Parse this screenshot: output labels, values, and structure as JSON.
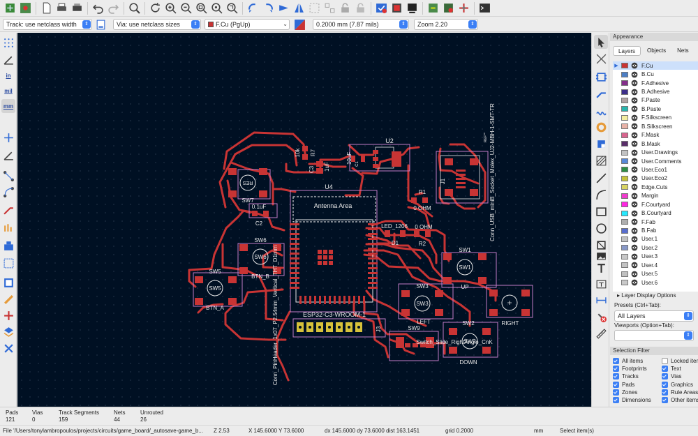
{
  "colors": {
    "canvas_bg": "#001023",
    "copper": "#c83434",
    "footprint_outline": "#c27cc7",
    "silkscreen": "#f2eda1",
    "text_light": "#e8e8e8",
    "pad_yellow": "#d6c23a",
    "accent": "#3b7ff5"
  },
  "optionsbar": {
    "track": "Track: use netclass width",
    "via": "Via: use netclass sizes",
    "layer": "F.Cu (PgUp)",
    "grid": "0.2000 mm (7.87 mils)",
    "zoom": "Zoom 2.20"
  },
  "lefttoolbar": {
    "units_in": "in",
    "units_mil": "mil",
    "units_mm": "mm"
  },
  "appearance": {
    "title": "Appearance",
    "tabs": [
      "Layers",
      "Objects",
      "Nets"
    ],
    "layers": [
      {
        "name": "F.Cu",
        "color": "#c83434"
      },
      {
        "name": "B.Cu",
        "color": "#4d7fc4"
      },
      {
        "name": "F.Adhesive",
        "color": "#842f8a"
      },
      {
        "name": "B.Adhesive",
        "color": "#3d2e8a"
      },
      {
        "name": "F.Paste",
        "color": "#b1a3a3"
      },
      {
        "name": "B.Paste",
        "color": "#2ab5ad"
      },
      {
        "name": "F.Silkscreen",
        "color": "#f2eda1"
      },
      {
        "name": "B.Silkscreen",
        "color": "#e8b2a7"
      },
      {
        "name": "F.Mask",
        "color": "#d8648e"
      },
      {
        "name": "B.Mask",
        "color": "#5a2e6a"
      },
      {
        "name": "User.Drawings",
        "color": "#c2c2c2"
      },
      {
        "name": "User.Comments",
        "color": "#5989d8"
      },
      {
        "name": "User.Eco1",
        "color": "#2e8e45"
      },
      {
        "name": "User.Eco2",
        "color": "#c5c23b"
      },
      {
        "name": "Edge.Cuts",
        "color": "#d8d363"
      },
      {
        "name": "Margin",
        "color": "#f03ccd"
      },
      {
        "name": "F.Courtyard",
        "color": "#ff26e2"
      },
      {
        "name": "B.Courtyard",
        "color": "#26e9ff"
      },
      {
        "name": "F.Fab",
        "color": "#afafaf"
      },
      {
        "name": "B.Fab",
        "color": "#586dce"
      },
      {
        "name": "User.1",
        "color": "#c2c2c2"
      },
      {
        "name": "User.2",
        "color": "#8999c8"
      },
      {
        "name": "User.3",
        "color": "#c8c8c8"
      },
      {
        "name": "User.4",
        "color": "#c3c3c3"
      },
      {
        "name": "User.5",
        "color": "#c0c0c0"
      },
      {
        "name": "User.6",
        "color": "#c9c9c9"
      }
    ],
    "layer_display_options": "Layer Display Options",
    "presets_label": "Presets (Ctrl+Tab):",
    "presets_value": "All Layers",
    "viewports_label": "Viewports (Option+Tab):",
    "viewports_value": ""
  },
  "selection_filter": {
    "title": "Selection Filter",
    "items": [
      {
        "label": "All items",
        "checked": true
      },
      {
        "label": "Locked items",
        "checked": false
      },
      {
        "label": "Footprints",
        "checked": true
      },
      {
        "label": "Text",
        "checked": true
      },
      {
        "label": "Tracks",
        "checked": true
      },
      {
        "label": "Vias",
        "checked": true
      },
      {
        "label": "Pads",
        "checked": true
      },
      {
        "label": "Graphics",
        "checked": true
      },
      {
        "label": "Zones",
        "checked": true
      },
      {
        "label": "Rule Areas",
        "checked": true
      },
      {
        "label": "Dimensions",
        "checked": true
      },
      {
        "label": "Other items",
        "checked": true
      }
    ]
  },
  "status": {
    "pads_label": "Pads",
    "pads_value": "121",
    "vias_label": "Vias",
    "vias_value": "0",
    "tracks_label": "Track Segments",
    "tracks_value": "159",
    "nets_label": "Nets",
    "nets_value": "44",
    "unrouted_label": "Unrouted",
    "unrouted_value": "26"
  },
  "messages": {
    "file": "File '/Users/tonylambropoulos/projects/circuits/game_board/_autosave-game_b...",
    "zoom": "Z 2.53",
    "cursor": "X 145.6000  Y 73.6000",
    "delta": "dx 145.6000  dy 73.6000  dist 163.1451",
    "grid": "grid 0.2000",
    "units": "mm",
    "action": "Select item(s)"
  },
  "board": {
    "labels": {
      "u4": "U4",
      "antenna": "Antenna Area",
      "esp": "ESP32-C3-WROOM-1",
      "u2": "U2",
      "c1": "C1",
      "c1_val": "10uF",
      "c3": "C3",
      "c3_val": "1uF",
      "r7": "R7",
      "r7_val": "10k",
      "r1": "R1",
      "r1_val": "0 OHM",
      "r2": "R2",
      "r2_val": "0 OHM",
      "d1": "D1",
      "d1_val": "LED_1206",
      "c2": "C2",
      "c2_val": "0.1uF",
      "sw7": "SW7",
      "sw7_val": "RES",
      "sw6": "SW6",
      "sw6_val": "BTN_B",
      "sw5": "SW5",
      "sw5_val": "BTN_A",
      "sw1": "SW1",
      "sw1_val": "UP",
      "sw2": "SW2",
      "sw2_val": "DOWN",
      "sw3": "SW3",
      "sw3_val": "LEFT",
      "sw4_val": "RIGHT",
      "sw9": "SW9",
      "sw9_val": "Switch_Slide_RightAngle_CnK",
      "j3": "J3",
      "j3_val": "Conn_PinHeader_1x07_P2.54mm_Vertical_THT_D1mm",
      "j1": "J1",
      "j1_val": "Conn_USB_miniB_Socket_Molex_UJ2-MBH-1-SMT-TR",
      "jref": "REF**"
    }
  }
}
